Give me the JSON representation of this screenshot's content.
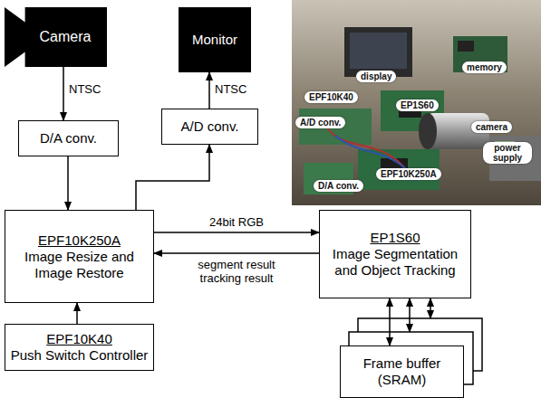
{
  "diagram": {
    "nodes": [
      {
        "text": [
          "Camera"
        ]
      },
      {
        "text": [
          "Monitor"
        ]
      },
      {
        "text": [
          "D/A conv."
        ]
      },
      {
        "text": [
          "A/D conv."
        ]
      },
      {
        "text": [
          "EPF10K250A",
          "Image Resize and Image Restore"
        ]
      },
      {
        "text": [
          "EP1S60",
          "Image Segmentation and Object Tracking"
        ]
      },
      {
        "text": [
          "EPF10K40",
          "Push Switch Controller"
        ]
      },
      {
        "text": [
          "Frame buffer (SRAM)"
        ]
      }
    ],
    "edges": [
      {
        "from": 0,
        "to": 2,
        "label": "NTSC",
        "arrow": "to"
      },
      {
        "from": 2,
        "to": 4,
        "arrow": "to"
      },
      {
        "from": 4,
        "to": 3,
        "arrow": "to"
      },
      {
        "from": 3,
        "to": 1,
        "label": "NTSC",
        "arrow": "to"
      },
      {
        "from": 4,
        "to": 5,
        "label": "24bit RGB",
        "arrow": "to"
      },
      {
        "from": 5,
        "to": 4,
        "label": "segment result tracking result",
        "arrow": "to"
      },
      {
        "from": 6,
        "to": 4,
        "arrow": "to"
      },
      {
        "from": 5,
        "to": 7,
        "arrow": "both"
      }
    ],
    "labels": [
      "display",
      "memory",
      "EP1S60",
      "EPF10K40",
      "A/D conv.",
      "camera",
      "power supply",
      "EPF10K250A",
      "D/A conv."
    ]
  }
}
